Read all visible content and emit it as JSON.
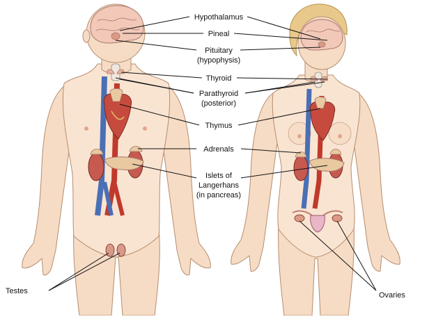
{
  "labels": {
    "hypothalamus": "Hypothalamus",
    "pineal": "Pineal",
    "pituitary_1": "Pituitary",
    "pituitary_2": "(hypophysis)",
    "thyroid": "Thyroid",
    "parathyroid_1": "Parathyroid",
    "parathyroid_2": "(posterior)",
    "thymus": "Thymus",
    "adrenals": "Adrenals",
    "islets_1": "Islets of",
    "islets_2": "Langerhans",
    "islets_3": "(in pancreas)",
    "testes": "Testes",
    "ovaries": "Ovaries"
  },
  "colors": {
    "skin": "#f6dcc5",
    "artery": "#c0392b",
    "vein": "#4a6fb5",
    "kidney": "#c65a4f",
    "gland": "#e8c9a0",
    "hair": "#e9c98b",
    "brain": "#f2c8b8"
  }
}
